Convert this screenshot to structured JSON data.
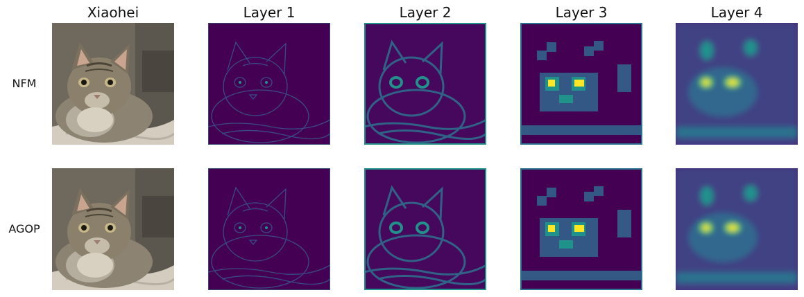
{
  "columns": [
    "Xiaohei",
    "Layer 1",
    "Layer 2",
    "Layer 3",
    "Layer 4"
  ],
  "rows": [
    "NFM",
    "AGOP"
  ],
  "palette": {
    "viridis_dark": "#440154",
    "viridis_mid": "#21918c",
    "viridis_bright": "#fde725",
    "photo_background": "#7a7266",
    "cat_fur": "#8a7f6c",
    "blanket": "#d8d2c6"
  },
  "panels": [
    {
      "row": "NFM",
      "column": "Xiaohei",
      "kind": "photo",
      "subject": "cat"
    },
    {
      "row": "NFM",
      "column": "Layer 1",
      "kind": "feature-map",
      "subject": "cat-outline-thin"
    },
    {
      "row": "NFM",
      "column": "Layer 2",
      "kind": "feature-map",
      "subject": "cat-outline-soft"
    },
    {
      "row": "NFM",
      "column": "Layer 3",
      "kind": "feature-map",
      "subject": "cat-blocky-eyes"
    },
    {
      "row": "NFM",
      "column": "Layer 4",
      "kind": "feature-map",
      "subject": "cat-blurry-eyes"
    },
    {
      "row": "AGOP",
      "column": "Xiaohei",
      "kind": "photo",
      "subject": "cat"
    },
    {
      "row": "AGOP",
      "column": "Layer 1",
      "kind": "feature-map",
      "subject": "cat-outline-thin"
    },
    {
      "row": "AGOP",
      "column": "Layer 2",
      "kind": "feature-map",
      "subject": "cat-outline-soft"
    },
    {
      "row": "AGOP",
      "column": "Layer 3",
      "kind": "feature-map",
      "subject": "cat-blocky-eyes"
    },
    {
      "row": "AGOP",
      "column": "Layer 4",
      "kind": "feature-map",
      "subject": "cat-blurry-eyes"
    }
  ]
}
